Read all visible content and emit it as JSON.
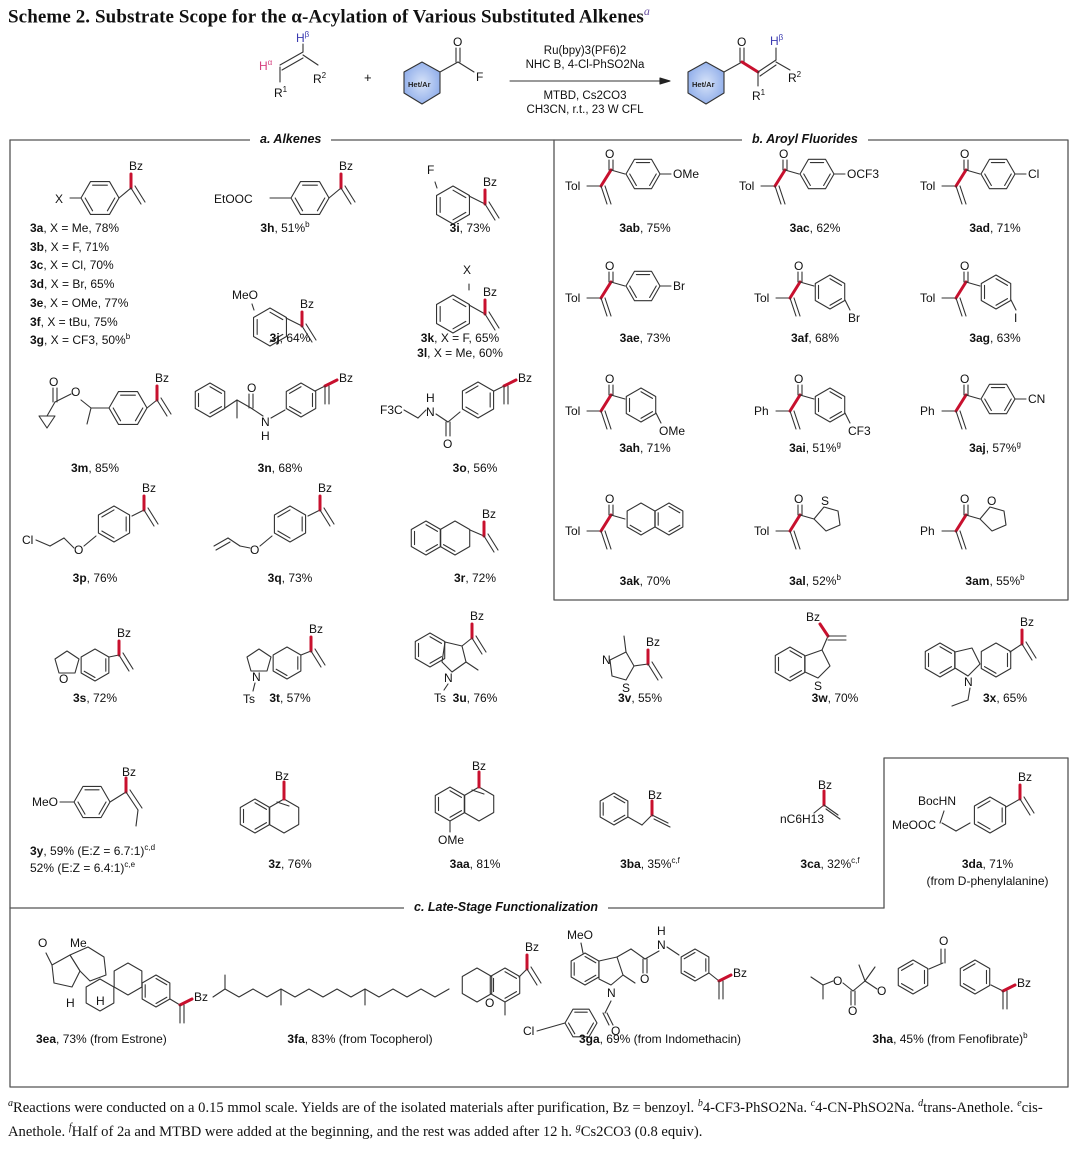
{
  "title": {
    "text": "Scheme 2. Substrate Scope for the α-Acylation of Various Substituted Alkenes",
    "footnote_mark": "a"
  },
  "colors": {
    "alpha_h": "#d6417f",
    "beta_h": "#3a3ab0",
    "new_bond": "#c8102e",
    "het_ar_fill": "#a9c1ec",
    "frame": "#555555"
  },
  "reaction": {
    "alkene": {
      "h_alpha": "H",
      "h_alpha_sup": "α",
      "h_beta": "H",
      "h_beta_sup": "β",
      "r1": "R",
      "r1_sup": "1",
      "r2": "R",
      "r2_sup": "2"
    },
    "plus": "+",
    "acyl_fluoride": {
      "ring_label": "Het/Ar",
      "oxygen": "O",
      "fluorine": "F"
    },
    "conditions_above": [
      "Ru(bpy)3(PF6)2",
      "NHC B, 4-Cl-PhSO2Na"
    ],
    "conditions_below": [
      "MTBD, Cs2CO3",
      "CH3CN, r.t., 23 W CFL"
    ],
    "product": {
      "ring_label": "Het/Ar",
      "oxygen": "O",
      "h_beta": "H",
      "h_beta_sup": "β",
      "r1": "R",
      "r1_sup": "1",
      "r2": "R",
      "r2_sup": "2"
    }
  },
  "sections": {
    "alkenes": "a. Alkenes",
    "aroyl_fluorides": "b. Aroyl Fluorides",
    "late_stage": "c. Late-Stage Functionalization"
  },
  "atoms": {
    "bz": "Bz",
    "x": "X",
    "etooc": "EtOOC",
    "f": "F",
    "meo": "MeO",
    "o": "O",
    "n": "N",
    "h": "H",
    "f3c": "F3C",
    "cl": "Cl",
    "ts": "Ts",
    "s": "S",
    "tol": "Tol",
    "ph": "Ph",
    "ome": "OMe",
    "ocf3": "OCF3",
    "br": "Br",
    "i": "I",
    "cf3": "CF3",
    "cn": "CN",
    "hexyl": "nC6H13",
    "bochn": "BocHN",
    "meooc": "MeOOC",
    "me": "Me"
  },
  "compounds": {
    "alkenes": [
      {
        "id": "3a",
        "text": ", X = Me, 78%"
      },
      {
        "id": "3b",
        "text": ", X = F, 71%"
      },
      {
        "id": "3c",
        "text": ", X = Cl, 70%"
      },
      {
        "id": "3d",
        "text": ", X = Br, 65%"
      },
      {
        "id": "3e",
        "text": ", X = OMe, 77%"
      },
      {
        "id": "3f",
        "text": ", X = tBu, 75%"
      },
      {
        "id": "3g",
        "text": ", X = CF3, 50%",
        "note": "b"
      },
      {
        "id": "3h",
        "text": ", 51%",
        "note": "b"
      },
      {
        "id": "3i",
        "text": ", 73%"
      },
      {
        "id": "3j",
        "text": ", 64%"
      },
      {
        "id": "3k",
        "text": ", X = F, 65%"
      },
      {
        "id": "3l",
        "text": ", X = Me, 60%"
      },
      {
        "id": "3m",
        "text": ", 85%"
      },
      {
        "id": "3n",
        "text": ", 68%"
      },
      {
        "id": "3o",
        "text": ", 56%"
      },
      {
        "id": "3p",
        "text": ", 76%"
      },
      {
        "id": "3q",
        "text": ", 73%"
      },
      {
        "id": "3r",
        "text": ", 72%"
      },
      {
        "id": "3s",
        "text": ", 72%"
      },
      {
        "id": "3t",
        "text": ", 57%"
      },
      {
        "id": "3u",
        "text": ", 76%"
      },
      {
        "id": "3v",
        "text": ", 55%"
      },
      {
        "id": "3w",
        "text": ", 70%"
      },
      {
        "id": "3x",
        "text": ", 65%"
      },
      {
        "id": "3y",
        "text": ", 59% (E:Z = 6.7:1)",
        "note": "c,d",
        "line2": "52% (E:Z = 6.4:1)",
        "note2": "c,e"
      },
      {
        "id": "3z",
        "text": ", 76%"
      },
      {
        "id": "3aa",
        "text": ", 81%"
      },
      {
        "id": "3ba",
        "text": ", 35%",
        "note": "c,f"
      },
      {
        "id": "3ca",
        "text": ", 32%",
        "note": "c,f"
      },
      {
        "id": "3da",
        "text": ", 71%",
        "line2": "(from D-phenylalanine)"
      }
    ],
    "aroyl": [
      {
        "id": "3ab",
        "text": ", 75%"
      },
      {
        "id": "3ac",
        "text": ", 62%"
      },
      {
        "id": "3ad",
        "text": ", 71%"
      },
      {
        "id": "3ae",
        "text": ", 73%"
      },
      {
        "id": "3af",
        "text": ", 68%"
      },
      {
        "id": "3ag",
        "text": ", 63%"
      },
      {
        "id": "3ah",
        "text": ", 71%"
      },
      {
        "id": "3ai",
        "text": ", 51%",
        "note": "g"
      },
      {
        "id": "3aj",
        "text": ", 57%",
        "note": "g"
      },
      {
        "id": "3ak",
        "text": ", 70%"
      },
      {
        "id": "3al",
        "text": ", 52%",
        "note": "b"
      },
      {
        "id": "3am",
        "text": ", 55%",
        "note": "b"
      }
    ],
    "late_stage": [
      {
        "id": "3ea",
        "text": ", 73%  (from Estrone)"
      },
      {
        "id": "3fa",
        "text": ", 83% (from Tocopherol)"
      },
      {
        "id": "3ga",
        "text": ", 69% (from Indomethacin)"
      },
      {
        "id": "3ha",
        "text": ", 45% (from Fenofibrate)",
        "note": "b"
      }
    ]
  },
  "footnotes": {
    "a": "Reactions were conducted on a 0.15 mmol scale. Yields are of the isolated materials after purification, Bz = benzoyl.",
    "b": "4-CF3-PhSO2Na.",
    "c": "4-CN-PhSO2Na.",
    "d": "trans-Anethole.",
    "e": "cis-Anethole.",
    "f": "Half of 2a and MTBD were added at the beginning, and the rest was added after 12 h.",
    "g": "Cs2CO3 (0.8 equiv)."
  }
}
